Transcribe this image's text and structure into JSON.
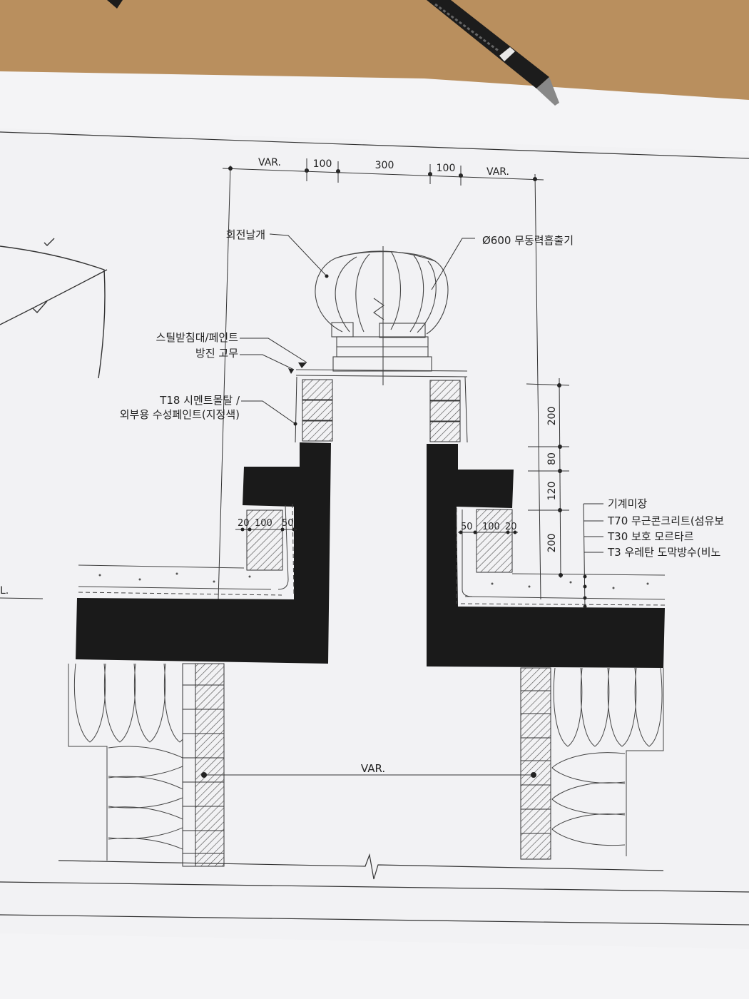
{
  "dimensions_top": [
    "VAR.",
    "100",
    "300",
    "100",
    "VAR."
  ],
  "dimension_bottom": "VAR.",
  "dimensions_right": [
    "200",
    "80",
    "120",
    "200"
  ],
  "dimensions_left_wall": [
    "20",
    "100",
    "50"
  ],
  "dimensions_right_wall": [
    "50",
    "100",
    "20"
  ],
  "labels": {
    "rotating_blade": "회전날개",
    "ventilator": "Ø600 무동력흡출기",
    "steel_support": "스틸받침대/페인트",
    "anti_vibration": "방진 고무",
    "mortar_line1": "T18 시멘트몰탈 /",
    "mortar_line2": "외부용 수성페인트(지정색)",
    "layer1": "기계미장",
    "layer2": "T70 무근콘크리트(섬유보",
    "layer3": "T30 보호 모르타르",
    "layer4": "T3 우레탄 도막방수(비노",
    "level_mark": "L."
  },
  "colors": {
    "desk": "#b98f5e",
    "paper": "#f2f2f4",
    "ink": "#222222",
    "solid_fill": "#1a1a1a",
    "pen_body": "#1c1c1c"
  }
}
